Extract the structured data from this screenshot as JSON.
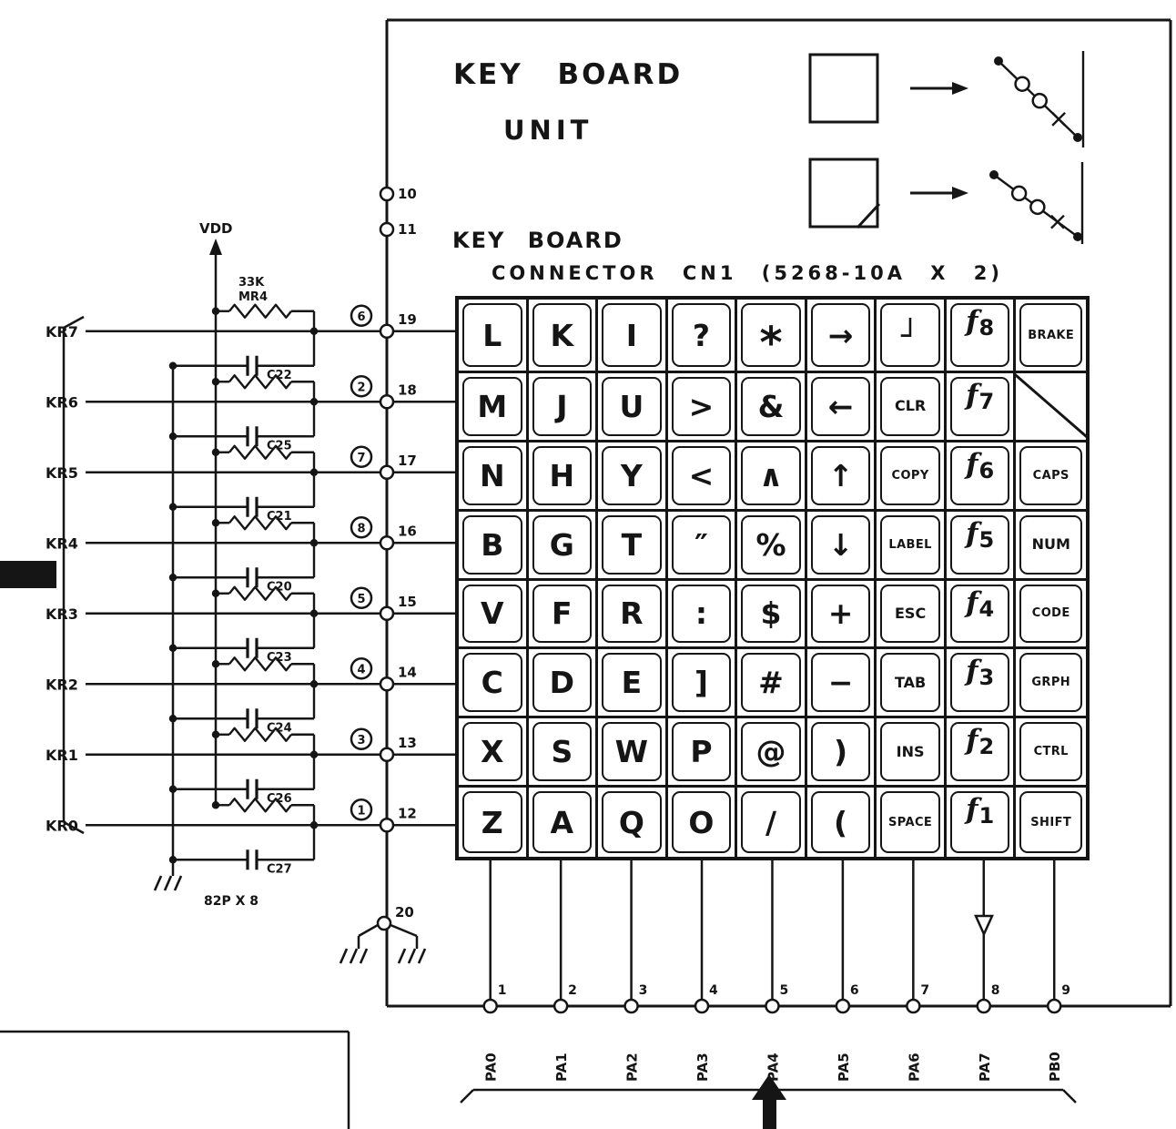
{
  "colors": {
    "ink": "#151515",
    "paper": "#ffffff"
  },
  "titles": {
    "unit_line1": "KEY BOARD",
    "unit_line2": "UNIT",
    "conn_line1": "KEY BOARD",
    "conn_line2": "CONNECTOR CN1 (5268-10A X 2)"
  },
  "left_section": {
    "vdd_label": "VDD",
    "resistor_value": "33K",
    "resistor_name": "MR4",
    "cap_note": "82P X 8",
    "gnd_pin": "20",
    "rows": [
      {
        "kr": "KR7",
        "pin": "19",
        "circled": "6",
        "cap": "C22"
      },
      {
        "kr": "KR6",
        "pin": "18",
        "circled": "2",
        "cap": "C25"
      },
      {
        "kr": "KR5",
        "pin": "17",
        "circled": "7",
        "cap": "C21"
      },
      {
        "kr": "KR4",
        "pin": "16",
        "circled": "8",
        "cap": "C20"
      },
      {
        "kr": "KR3",
        "pin": "15",
        "circled": "5",
        "cap": "C23"
      },
      {
        "kr": "KR2",
        "pin": "14",
        "circled": "4",
        "cap": "C24"
      },
      {
        "kr": "KR1",
        "pin": "13",
        "circled": "3",
        "cap": "C26"
      },
      {
        "kr": "KR0",
        "pin": "12",
        "circled": "1",
        "cap": "C27"
      }
    ]
  },
  "top_pins": [
    {
      "num": "10"
    },
    {
      "num": "11"
    }
  ],
  "matrix": {
    "rows": [
      {
        "keys": [
          "L",
          "K",
          "I",
          "?",
          "*",
          "→",
          "┘",
          "f8",
          "BRAKE"
        ]
      },
      {
        "keys": [
          "M",
          "J",
          "U",
          ">",
          "&",
          "←",
          "CLR",
          "f7",
          ""
        ]
      },
      {
        "keys": [
          "N",
          "H",
          "Y",
          "<",
          "∧",
          "↑",
          "COPY",
          "f6",
          "CAPS"
        ]
      },
      {
        "keys": [
          "B",
          "G",
          "T",
          "″",
          "%",
          "↓",
          "LABEL",
          "f5",
          "NUM"
        ]
      },
      {
        "keys": [
          "V",
          "F",
          "R",
          ":",
          "$",
          "+",
          "ESC",
          "f4",
          "CODE"
        ]
      },
      {
        "keys": [
          "C",
          "D",
          "E",
          "]",
          "#",
          "−",
          "TAB",
          "f3",
          "GRPH"
        ]
      },
      {
        "keys": [
          "X",
          "S",
          "W",
          "P",
          "@",
          ")",
          "INS",
          "f2",
          "CTRL"
        ]
      },
      {
        "keys": [
          "Z",
          "A",
          "Q",
          "O",
          "/",
          "(",
          "SPACE",
          "f1",
          "SHIFT"
        ]
      }
    ]
  },
  "bottom_pins": [
    {
      "num": "1",
      "label": "PA0"
    },
    {
      "num": "2",
      "label": "PA1"
    },
    {
      "num": "3",
      "label": "PA2"
    },
    {
      "num": "4",
      "label": "PA3"
    },
    {
      "num": "5",
      "label": "PA4"
    },
    {
      "num": "6",
      "label": "PA5"
    },
    {
      "num": "7",
      "label": "PA6"
    },
    {
      "num": "8",
      "label": "PA7"
    },
    {
      "num": "9",
      "label": "PB0"
    }
  ]
}
